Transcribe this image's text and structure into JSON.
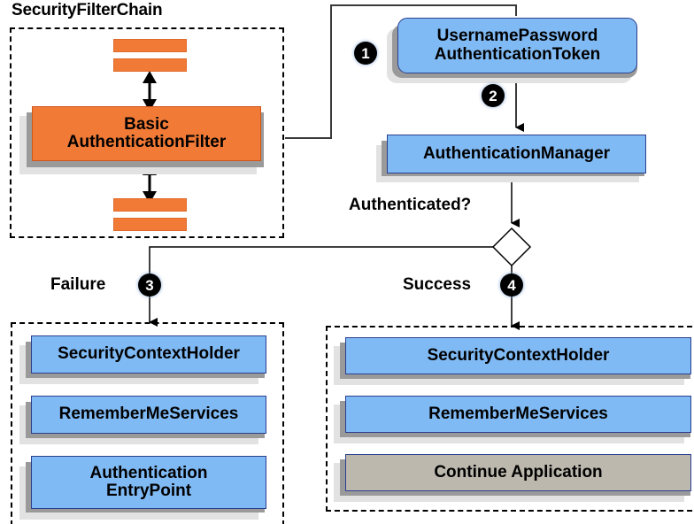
{
  "diagram": {
    "title_visible": false,
    "colors": {
      "filter_orange": "#F07A36",
      "component_blue": "#80BAF4",
      "continue_gray": "#BCB8AE",
      "shadow_dark": "#9A9A9A",
      "shadow_light": "#E2E2E2",
      "badge_black": "#000000",
      "outline_black": "#000000"
    }
  },
  "groups": {
    "filter_chain": {
      "title": "SecurityFilterChain"
    },
    "failure_group": {
      "title": ""
    },
    "success_group": {
      "title": ""
    }
  },
  "nodes": {
    "filter_bar_1": {
      "label": ""
    },
    "filter_bar_2": {
      "label": ""
    },
    "basic_auth_filter": {
      "line1": "Basic",
      "line2": "AuthenticationFilter"
    },
    "filter_bar_3": {
      "label": ""
    },
    "filter_bar_4": {
      "label": ""
    },
    "token": {
      "line1": "UsernamePassword",
      "line2": "AuthenticationToken"
    },
    "auth_manager": {
      "label": "AuthenticationManager"
    },
    "failure_security_context_holder": {
      "label": "SecurityContextHolder"
    },
    "failure_remember_me": {
      "label": "RememberMeServices"
    },
    "failure_entry_point": {
      "line1": "Authentication",
      "line2": "EntryPoint"
    },
    "success_security_context_holder": {
      "label": "SecurityContextHolder"
    },
    "success_remember_me": {
      "label": "RememberMeServices"
    },
    "continue_application": {
      "label": "Continue Application"
    }
  },
  "labels": {
    "authenticated_question": "Authenticated?",
    "failure": "Failure",
    "success": "Success"
  },
  "badges": {
    "step1": "1",
    "step2": "2",
    "step3": "3",
    "step4": "4"
  }
}
